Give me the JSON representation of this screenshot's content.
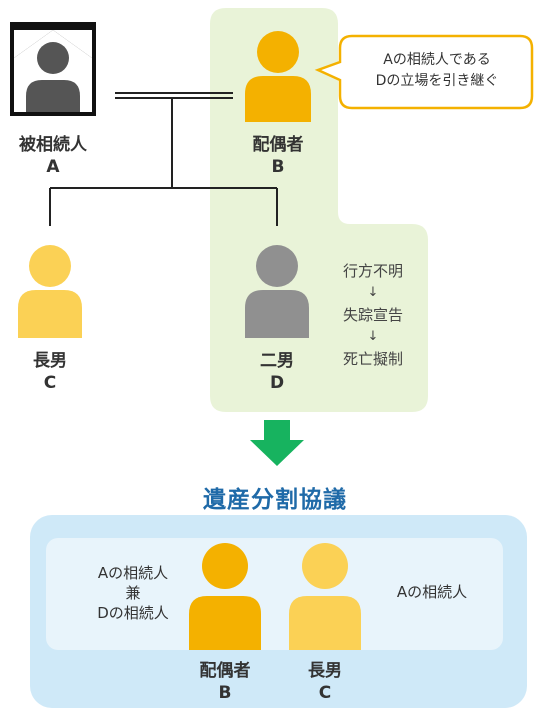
{
  "colors": {
    "highlight_bg": "#e9f3d8",
    "gold": "#f4b100",
    "light_gold": "#fbd155",
    "gray_person": "#909090",
    "dark_person": "#555555",
    "arrow_green": "#17b35f",
    "title_color": "#1f6aa8",
    "outer_box": "#cfe9f8",
    "inner_box": "#e8f4fb",
    "bubble_border": "#f4b100"
  },
  "persons": {
    "deceased": {
      "role": "被相続人",
      "id": "A"
    },
    "spouse": {
      "role": "配偶者",
      "id": "B"
    },
    "eldest_son": {
      "role": "長男",
      "id": "C"
    },
    "second_son": {
      "role": "二男",
      "id": "D"
    }
  },
  "bubble": {
    "line1": "Aの相続人である",
    "line2": "Dの立場を引き継ぐ"
  },
  "status_steps": {
    "step1": "行方不明",
    "arrow1": "↓",
    "step2": "失踪宣告",
    "arrow2": "↓",
    "step3": "死亡擬制"
  },
  "title": "遺産分割協議",
  "result": {
    "spouse_note_line1": "Aの相続人",
    "spouse_note_line2": "兼",
    "spouse_note_line3": "Dの相続人",
    "son_note": "Aの相続人",
    "spouse_role": "配偶者",
    "spouse_id": "B",
    "son_role": "長男",
    "son_id": "C"
  }
}
